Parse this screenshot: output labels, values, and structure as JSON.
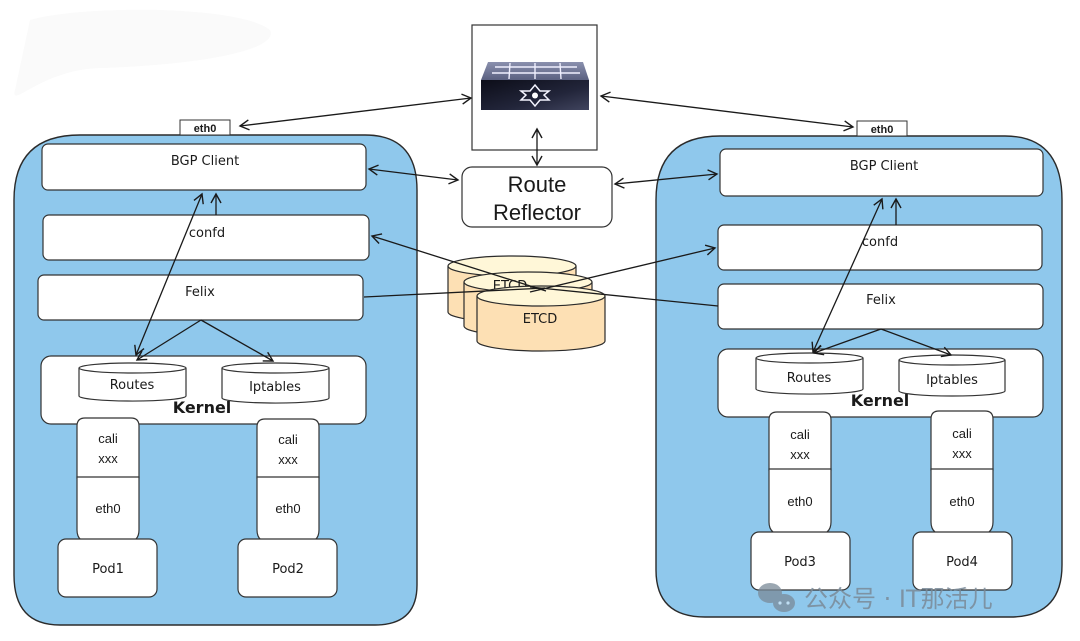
{
  "switch": {
    "icon": "network-switch-icon"
  },
  "route_reflector": {
    "line1": "Route",
    "line2": "Reflector"
  },
  "etcd": {
    "labels": [
      "ETCD",
      "ETCD",
      "ETCD"
    ]
  },
  "nodes": [
    {
      "eth0": "eth0",
      "bgp_client": "BGP Client",
      "confd": "confd",
      "felix": "Felix",
      "kernel": "Kernel",
      "routes": "Routes",
      "iptables": "Iptables",
      "pods": [
        {
          "veth_line1": "cali",
          "veth_line2": "xxx",
          "eth": "eth0",
          "name": "Pod1"
        },
        {
          "veth_line1": "cali",
          "veth_line2": "xxx",
          "eth": "eth0",
          "name": "Pod2"
        }
      ]
    },
    {
      "eth0": "eth0",
      "bgp_client": "BGP Client",
      "confd": "confd",
      "felix": "Felix",
      "kernel": "Kernel",
      "routes": "Routes",
      "iptables": "Iptables",
      "pods": [
        {
          "veth_line1": "cali",
          "veth_line2": "xxx",
          "eth": "eth0",
          "name": "Pod3"
        },
        {
          "veth_line1": "cali",
          "veth_line2": "xxx",
          "eth": "eth0",
          "name": "Pod4"
        }
      ]
    }
  ],
  "watermark": {
    "icon": "wechat-icon",
    "text": "公众号 · IT那活儿"
  },
  "colors": {
    "node_fill": "#8fc8ec",
    "etcd_fill": "#fde0b4",
    "etcd_top": "#fff7d8"
  }
}
